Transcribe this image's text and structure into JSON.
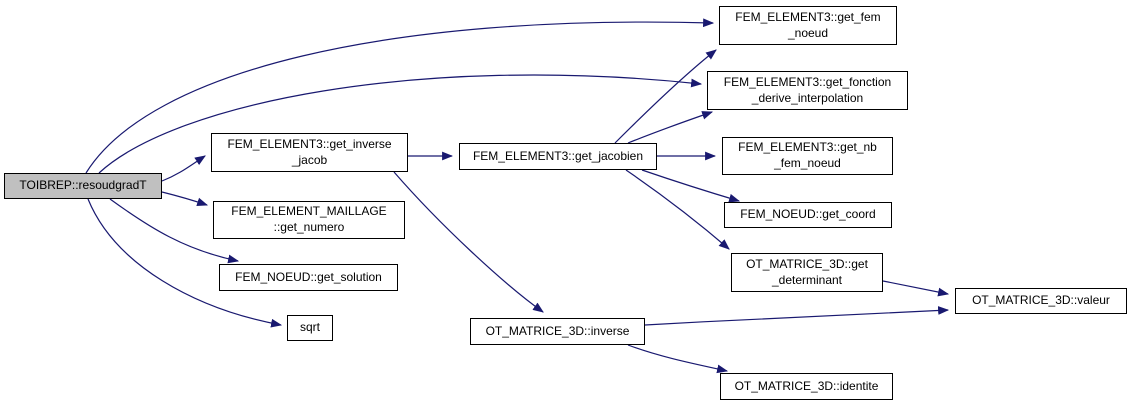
{
  "diagram": {
    "type": "call-graph",
    "edge_color": "#191970",
    "node_fill": "#ffffff",
    "node_border_color": "#000000",
    "root_node_fill": "#c0c0c0"
  },
  "nodes": {
    "resoudgradT": {
      "label": "TOIBREP::resoudgradT"
    },
    "get_inverse_jacob": {
      "line1": "FEM_ELEMENT3::get_inverse",
      "line2": "_jacob"
    },
    "get_numero": {
      "line1": "FEM_ELEMENT_MAILLAGE",
      "line2": "::get_numero"
    },
    "get_solution": {
      "label": "FEM_NOEUD::get_solution"
    },
    "sqrt": {
      "label": "sqrt"
    },
    "get_jacobien": {
      "label": "FEM_ELEMENT3::get_jacobien"
    },
    "ot_inverse": {
      "label": "OT_MATRICE_3D::inverse"
    },
    "get_fem_noeud": {
      "line1": "FEM_ELEMENT3::get_fem",
      "line2": "_noeud"
    },
    "get_fonction": {
      "line1": "FEM_ELEMENT3::get_fonction",
      "line2": "_derive_interpolation"
    },
    "get_nb_fem_noeud": {
      "line1": "FEM_ELEMENT3::get_nb",
      "line2": "_fem_noeud"
    },
    "get_coord": {
      "label": "FEM_NOEUD::get_coord"
    },
    "get_determinant": {
      "line1": "OT_MATRICE_3D::get",
      "line2": "_determinant"
    },
    "valeur": {
      "label": "OT_MATRICE_3D::valeur"
    },
    "identite": {
      "label": "OT_MATRICE_3D::identite"
    }
  },
  "edges": [
    {
      "from": "TOIBREP::resoudgradT",
      "to": "FEM_ELEMENT3::get_fem_noeud"
    },
    {
      "from": "TOIBREP::resoudgradT",
      "to": "FEM_ELEMENT3::get_fonction_derive_interpolation"
    },
    {
      "from": "TOIBREP::resoudgradT",
      "to": "FEM_ELEMENT3::get_inverse_jacob"
    },
    {
      "from": "TOIBREP::resoudgradT",
      "to": "FEM_ELEMENT_MAILLAGE::get_numero"
    },
    {
      "from": "TOIBREP::resoudgradT",
      "to": "FEM_NOEUD::get_solution"
    },
    {
      "from": "TOIBREP::resoudgradT",
      "to": "sqrt"
    },
    {
      "from": "FEM_ELEMENT3::get_inverse_jacob",
      "to": "FEM_ELEMENT3::get_jacobien"
    },
    {
      "from": "FEM_ELEMENT3::get_inverse_jacob",
      "to": "OT_MATRICE_3D::inverse"
    },
    {
      "from": "FEM_ELEMENT3::get_jacobien",
      "to": "FEM_ELEMENT3::get_fem_noeud"
    },
    {
      "from": "FEM_ELEMENT3::get_jacobien",
      "to": "FEM_ELEMENT3::get_fonction_derive_interpolation"
    },
    {
      "from": "FEM_ELEMENT3::get_jacobien",
      "to": "FEM_ELEMENT3::get_nb_fem_noeud"
    },
    {
      "from": "FEM_ELEMENT3::get_jacobien",
      "to": "FEM_NOEUD::get_coord"
    },
    {
      "from": "FEM_ELEMENT3::get_jacobien",
      "to": "OT_MATRICE_3D::get_determinant"
    },
    {
      "from": "OT_MATRICE_3D::get_determinant",
      "to": "OT_MATRICE_3D::valeur"
    },
    {
      "from": "OT_MATRICE_3D::inverse",
      "to": "OT_MATRICE_3D::valeur"
    },
    {
      "from": "OT_MATRICE_3D::inverse",
      "to": "OT_MATRICE_3D::identite"
    }
  ]
}
